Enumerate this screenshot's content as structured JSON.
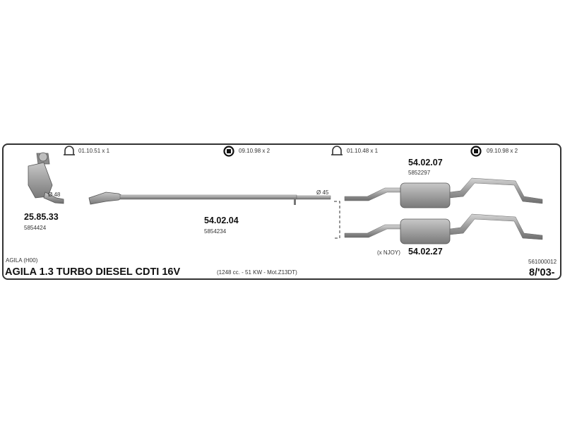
{
  "clamps": [
    {
      "icon": "u-clamp-icon",
      "label": "01.10.51 x 1"
    },
    {
      "icon": "ring-clamp-icon",
      "label": "09.10.98 x 2"
    },
    {
      "icon": "u-clamp-icon",
      "label": "01.10.48 x 1"
    },
    {
      "icon": "ring-clamp-icon",
      "label": "09.10.98 x 2"
    }
  ],
  "parts": {
    "catalyst": {
      "code": "25.85.33",
      "ref": "5854424",
      "diameter": "Ø 48"
    },
    "front_pipe": {
      "code": "54.02.04",
      "ref": "5854234",
      "diameter": "Ø 45"
    },
    "rear_muffler_a": {
      "code": "54.02.07",
      "ref": "5852297"
    },
    "rear_muffler_b": {
      "code": "54.02.27",
      "note": "(x NJOY)"
    }
  },
  "vehicle": {
    "model_small": "AGILA (H00)",
    "title": "AGILA 1.3 TURBO DIESEL CDTI 16V",
    "spec": "(1248 cc. - 51 KW - Mot.Z13DT)",
    "catalog_no": "561000012",
    "date": "8/'03-"
  },
  "colors": {
    "frame": "#333333",
    "metal": "#9a9a9a",
    "metal_dark": "#6e6e6e"
  }
}
